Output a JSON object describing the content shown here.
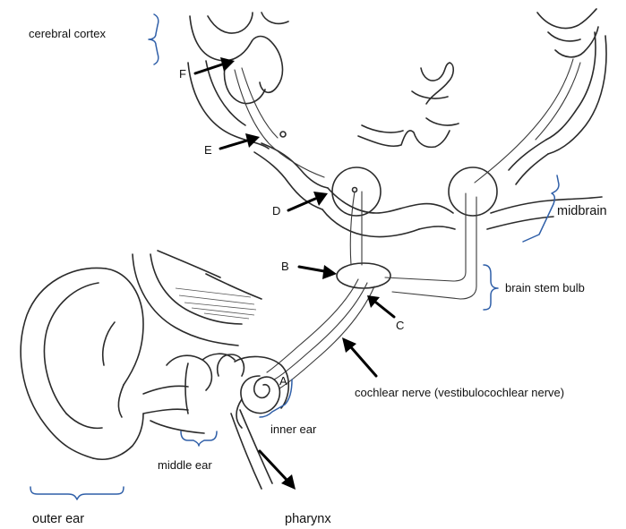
{
  "labels": {
    "cerebral_cortex": "cerebral cortex",
    "midbrain": "midbrain",
    "brain_stem_bulb": "brain stem bulb",
    "cochlear_nerve": "cochlear nerve (vestibulocochlear nerve)",
    "inner_ear": "inner ear",
    "middle_ear": "middle ear",
    "outer_ear": "outer ear",
    "pharynx": "pharynx"
  },
  "markers": {
    "a": "A",
    "b": "B",
    "c": "C",
    "d": "D",
    "e": "E",
    "f": "F"
  },
  "colors": {
    "brace": "#2f5fa8",
    "ink": "#2b2b2b",
    "arrow": "#000000"
  }
}
